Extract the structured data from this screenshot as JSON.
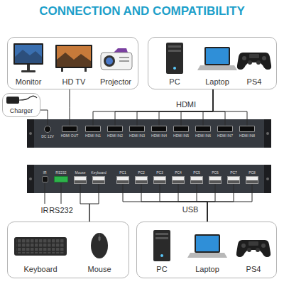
{
  "diagram": {
    "title": "CONNECTION AND COMPATIBILITY",
    "nodes": [
      {
        "text": [
          "Monitor",
          "HD TV",
          "Projector"
        ]
      },
      {
        "text": [
          "PC",
          "Laptop",
          "PS4"
        ]
      },
      {
        "text": [
          "Charger"
        ]
      },
      {
        "text": [
          "DC 12V"
        ]
      },
      {
        "text": [
          "HDMI OUT"
        ]
      },
      {
        "text": [
          "HDMI IN1"
        ]
      },
      {
        "text": [
          "HDMI IN2"
        ]
      },
      {
        "text": [
          "HDMI IN3"
        ]
      },
      {
        "text": [
          "HDMI IN4"
        ]
      },
      {
        "text": [
          "HDMI IN5"
        ]
      },
      {
        "text": [
          "HDMI IN6"
        ]
      },
      {
        "text": [
          "HDMI IN7"
        ]
      },
      {
        "text": [
          "HDMI IN8"
        ]
      },
      {
        "text": [
          "IR"
        ]
      },
      {
        "text": [
          "RS232"
        ]
      },
      {
        "text": [
          "Mouse"
        ]
      },
      {
        "text": [
          "Keyboard"
        ]
      },
      {
        "text": [
          "PC1"
        ]
      },
      {
        "text": [
          "PC2"
        ]
      },
      {
        "text": [
          "PC3"
        ]
      },
      {
        "text": [
          "PC4"
        ]
      },
      {
        "text": [
          "PC5"
        ]
      },
      {
        "text": [
          "PC6"
        ]
      },
      {
        "text": [
          "PC7"
        ]
      },
      {
        "text": [
          "PC8"
        ]
      },
      {
        "text": [
          "Keyboard",
          "Mouse"
        ]
      },
      {
        "text": [
          "PC",
          "Laptop",
          "PS4"
        ]
      }
    ],
    "edges": [
      {
        "from": 0,
        "to": 4,
        "arrow": "none"
      },
      {
        "from": 1,
        "to": 5,
        "arrow": "none"
      },
      {
        "from": 1,
        "to": 6,
        "arrow": "none"
      },
      {
        "from": 1,
        "to": 7,
        "arrow": "none"
      },
      {
        "from": 1,
        "to": 8,
        "arrow": "none"
      },
      {
        "from": 1,
        "to": 9,
        "arrow": "none"
      },
      {
        "from": 1,
        "to": 10,
        "arrow": "none"
      },
      {
        "from": 1,
        "to": 11,
        "arrow": "none"
      },
      {
        "from": 1,
        "to": 12,
        "arrow": "none"
      },
      {
        "from": 2,
        "to": 3,
        "arrow": "none"
      },
      {
        "from": 15,
        "to": 25,
        "arrow": "none"
      },
      {
        "from": 16,
        "to": 25,
        "arrow": "none"
      },
      {
        "from": 17,
        "to": 26,
        "arrow": "none"
      },
      {
        "from": 18,
        "to": 26,
        "arrow": "none"
      },
      {
        "from": 19,
        "to": 26,
        "arrow": "none"
      },
      {
        "from": 20,
        "to": 26,
        "arrow": "none"
      },
      {
        "from": 21,
        "to": 26,
        "arrow": "none"
      },
      {
        "from": 22,
        "to": 26,
        "arrow": "none"
      },
      {
        "from": 23,
        "to": 26,
        "arrow": "none"
      },
      {
        "from": 24,
        "to": 26,
        "arrow": "none"
      }
    ],
    "labels": [
      "HDMI",
      "IR",
      "RS232",
      "USB"
    ]
  }
}
